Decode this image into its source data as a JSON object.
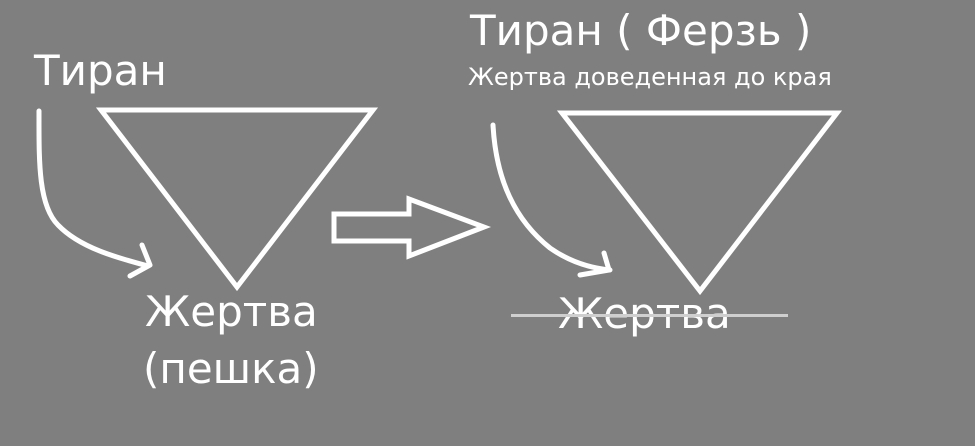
{
  "colors": {
    "background": "#7f7f7f",
    "foreground": "#ffffff",
    "strike_line": "#cfcfcf"
  },
  "left_panel": {
    "tyrant_label": "Тиран",
    "victim_label": "Жертва",
    "victim_sublabel": "(пешка)"
  },
  "transition_arrow": {
    "icon": "right-block-arrow-icon"
  },
  "right_panel": {
    "tyrant_label": "Тиран ( Ферзь )",
    "tyrant_sublabel": "Жертва доведенная до края",
    "victim_label_struck": "Жертва"
  }
}
